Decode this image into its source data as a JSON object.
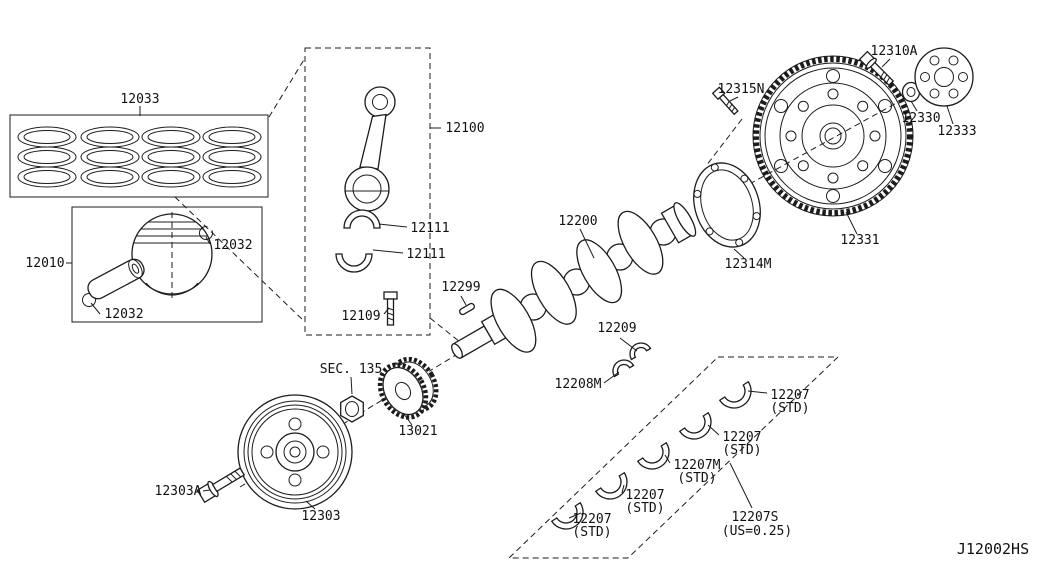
{
  "diagram": {
    "code": "J12002HS"
  },
  "labels": {
    "piston_ring_set": "12033",
    "piston": "12010",
    "piston_pin_snap_ring_top": "12032",
    "piston_pin_snap_ring_bottom": "12032",
    "connecting_rod": "12100",
    "connecting_rod_bearing_upper": "12111",
    "connecting_rod_bearing_lower": "12111",
    "connecting_rod_bolt": "12109",
    "crankshaft": "12200",
    "crankshaft_key": "12299",
    "thrust_bearing_upper": "12209",
    "thrust_bearing_lower": "12208M",
    "section_reference": "SEC. 135",
    "crankshaft_sprocket": "13021",
    "pulley_bolt": "12303A",
    "crankshaft_pulley": "12303",
    "flywheel": "12331",
    "flywheel_backing_plate": "12314M",
    "flywheel_pilot_bolt": "12315N",
    "flywheel_bolt": "12310A",
    "flywheel_washer": "12330",
    "flywheel_plate": "12333",
    "main_bearing_top": "12207",
    "main_bearing_top_grade": "(STD)",
    "main_bearing_second": "12207",
    "main_bearing_second_grade": "(STD)",
    "main_bearing_middle": "12207M",
    "main_bearing_middle_grade": "(STD)",
    "main_bearing_fourth": "12207",
    "main_bearing_fourth_grade": "(STD)",
    "main_bearing_bottom": "12207",
    "main_bearing_bottom_grade": "(STD)",
    "main_bearing_set": "12207S",
    "main_bearing_set_size": "(US=0.25)"
  }
}
